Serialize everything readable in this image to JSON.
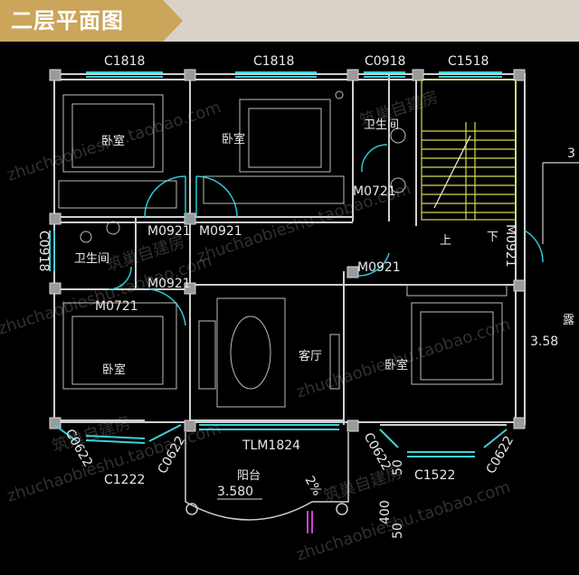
{
  "title": "二层平面图",
  "rooms": {
    "bedroom_nw": "卧室",
    "bedroom_n": "卧室",
    "bathroom_n": "卫生间",
    "bathroom_w": "卫生间",
    "bedroom_sw": "卧室",
    "living": "客厅",
    "bedroom_se": "卧室",
    "stair_up": "上",
    "stair_down": "下",
    "balcony": "阳台",
    "terrace": "露"
  },
  "windows": {
    "c1818_a": "C1818",
    "c1818_b": "C1818",
    "c0918_n": "C0918",
    "c1518": "C1518",
    "c0918_w": "C0918",
    "c1222": "C1222",
    "c0622_a": "C0622",
    "c0622_b": "C0622",
    "tlm1824": "TLM1824",
    "c0622_c": "C0622",
    "c1522": "C1522",
    "c0622_d": "C0622"
  },
  "doors": {
    "m0721_a": "M0721",
    "m0921_a": "M0921",
    "m0921_b": "M0921",
    "m0921_c": "M0921",
    "m0721_b": "M0721",
    "m0921_d": "M0921",
    "m0921_e": "M0921"
  },
  "dimensions": {
    "balcony_level": "3.580",
    "terrace_level": "3.58",
    "slope": "2%",
    "dim_50_a": "50",
    "dim_400": "400",
    "dim_50_b": "50",
    "edge_number": "3"
  },
  "watermarks": {
    "url": "zhuchaobieshu.taobao.com",
    "brand": "筑巢自建房"
  }
}
